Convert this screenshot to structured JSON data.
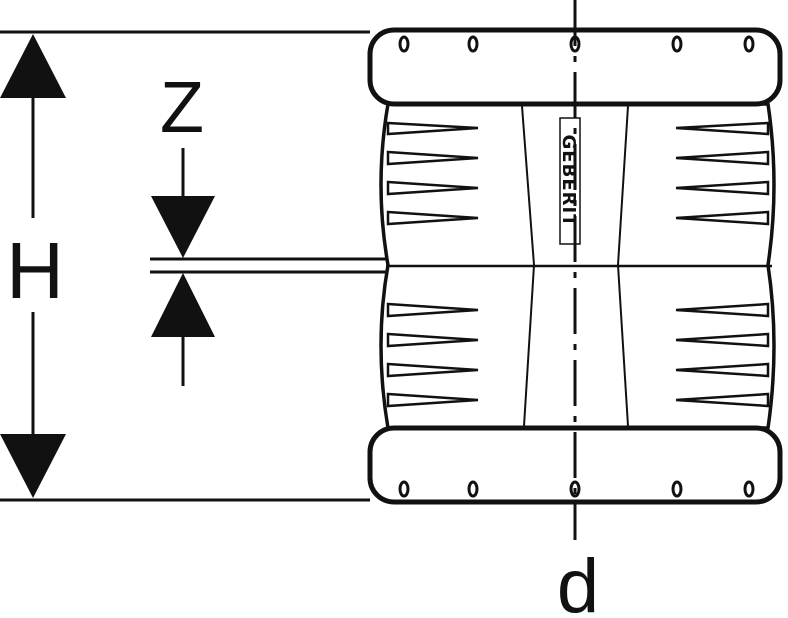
{
  "labels": {
    "height": "H",
    "insertion_gap": "Z",
    "diameter": "d"
  },
  "brand_mark": "GEBERIT",
  "colors": {
    "line": "#111111",
    "background": "#ffffff"
  }
}
